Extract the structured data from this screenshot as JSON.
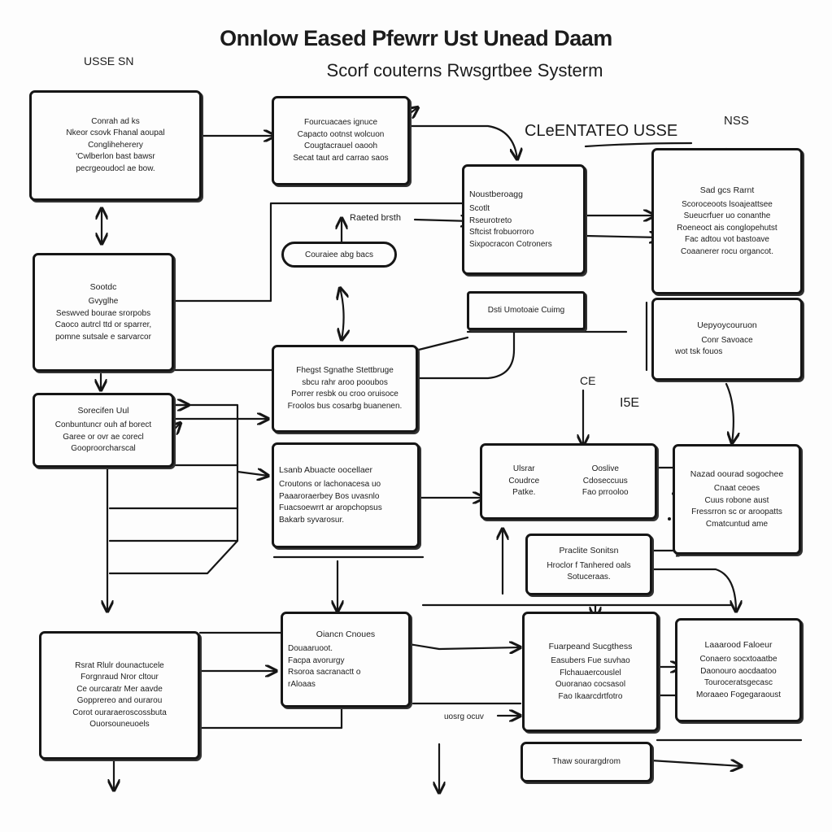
{
  "title": "Onnlow Eased Pfewrr Ust Unead Daam",
  "subtitle": "Scorf couterns Rwsgrtbee Systerm",
  "labels": {
    "top_left": "USSE SN",
    "client_label": "CLeENTATEO USSE",
    "top_right": "NSS",
    "mid_c": "CE",
    "mid_i": "I5E",
    "routed": "Raeted brsth",
    "bottom_small": "uosrg ocuv"
  },
  "boxes": {
    "b1": {
      "lines": [
        "Conrah ad ks",
        "Nkeor csovk Fhanal aoupal",
        "Congliheherery",
        "'Cwlberlon bast bawsr",
        "pecrgeoudocl ae bow."
      ]
    },
    "b2": {
      "lines": [
        "Fourcuacaes ignuce",
        "Capacto ootnst wolcuon",
        "Cougtacrauel oaooh",
        "Secat taut ard carrao saos"
      ]
    },
    "b3": {
      "title": "Noustberoagg",
      "lines": [
        "Scotlt",
        "Rseurotreto",
        "Sftcist frobuorroro",
        "Sixpocracon Cotroners"
      ]
    },
    "b4": {
      "title": "Sad gcs Rarnt",
      "lines": [
        "Scoroceoots lsoajeattsee",
        "Sueucrfuer uo conanthe",
        "Roeneoct ais conglopehutst",
        "Fac adtou vot bastoave",
        "Coaanerer rocu organcot."
      ]
    },
    "b5": {
      "title": "Sootdc",
      "lines": [
        "Gvyglhe",
        "Seswved bourae srorpobs",
        "Caoco autrcl ttd or sparrer,",
        "pomne sutsale e sarvarcor"
      ]
    },
    "b6": {
      "lines": [
        "Fhegst Sgnathe Stettbruge",
        "sbcu rahr aroo pooubos",
        "Porrer resbk ou croo oruisoce",
        "Froolos bus cosarbg buanenen."
      ]
    },
    "b7": {
      "title": "Sorecifen Uul",
      "lines": [
        "Conbuntuncr ouh af borect",
        "Garee or ovr ae corecl",
        "Gooproorcharscal"
      ]
    },
    "b8": {
      "title": "Lsanb Abuacte oocellaer",
      "lines": [
        "Croutons or lachonacesa uo",
        "Paaaroraerbey Bos uvasnlo",
        "Fuacsoewrrt ar aropchopsus",
        "Bakarb syvarosur."
      ]
    },
    "b9": {
      "title": "Uepyoycouruon",
      "lines": [
        "Conr Savoace",
        "wot tsk fouos"
      ]
    },
    "b10": {
      "col1": [
        "Ulsrar",
        "Coudrce",
        "Patke."
      ],
      "col2": [
        "Ooslive",
        "Cdoseccuus",
        "Fao prrooloo"
      ]
    },
    "b11": {
      "title": "Nazad oourad sogochee",
      "lines": [
        "Cnaat ceoes",
        "Cuus robone aust",
        "Fressrron sc or aroopatts",
        "Cmatcuntud ame"
      ]
    },
    "b12": {
      "title": "Praclite Sonitsn",
      "lines": [
        "Hroclor f Tanhered oals",
        "Sotuceraas."
      ]
    },
    "b13": {
      "lines": [
        "Rsrat Rlulr dounactucele",
        "Forgnraud Nror cltour",
        "Ce ourcaratr Mer aavde",
        "Gopprereo and ourarou",
        "Corot ouraraeroscossbuta",
        "Ouorsouneuoels"
      ]
    },
    "b14": {
      "title": "Oiancn Cnoues",
      "lines": [
        "Douaaruoot.",
        "Facpa avorurgy",
        "Rsoroa sacranactt o",
        "rAloaas"
      ]
    },
    "b15": {
      "title": "Fuarpeand Sucgthess",
      "lines": [
        "Easubers Fue suvhao",
        "Flchauaercouslel",
        "Ouoranao cocsasol",
        "Fao Ikaarcdrtfotro"
      ]
    },
    "b16": {
      "title": "Laaarood Faloeur",
      "lines": [
        "Conaero socxtoaatbe",
        "Daonouro aocdaatoo",
        "Touroceratsgecasc",
        "Moraaeo Fogegaraoust"
      ]
    }
  },
  "pills": {
    "p1": "Couraiee abg bacs",
    "p2": "Dsti Umotoaie Cuimg",
    "p3": "Thaw sourargdrom"
  }
}
